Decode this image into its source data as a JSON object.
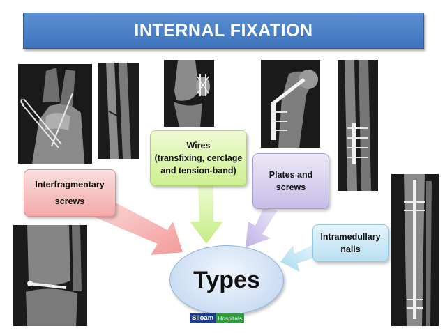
{
  "title": "INTERNAL FIXATION",
  "center": {
    "label": "Types"
  },
  "boxes": {
    "screws": {
      "line1": "Interfragmentary",
      "line2": "screws",
      "color": "#f4a9a9"
    },
    "wires": {
      "line1": "Wires",
      "line2": "(transfixing, cerclage",
      "line3": "and tension-band)",
      "color": "#cdef8f"
    },
    "plates": {
      "line1": "Plates and",
      "line2": "screws",
      "color": "#c7bde8"
    },
    "nails": {
      "line1": "Intramedullary",
      "line2": "nails",
      "color": "#b9e0f2"
    }
  },
  "logo": {
    "part1": "Siloam",
    "part2": "Hospitals"
  },
  "colors": {
    "title_bar": "#4a7fc6",
    "ellipse": "#bcd3ef"
  },
  "images": [
    "wrist-xray-kwires",
    "forearm-xray",
    "knee-xray-tension-band",
    "hip-xray-plate",
    "forearm-xray-plate",
    "tibia-xray-nail",
    "ankle-xray-screw"
  ]
}
